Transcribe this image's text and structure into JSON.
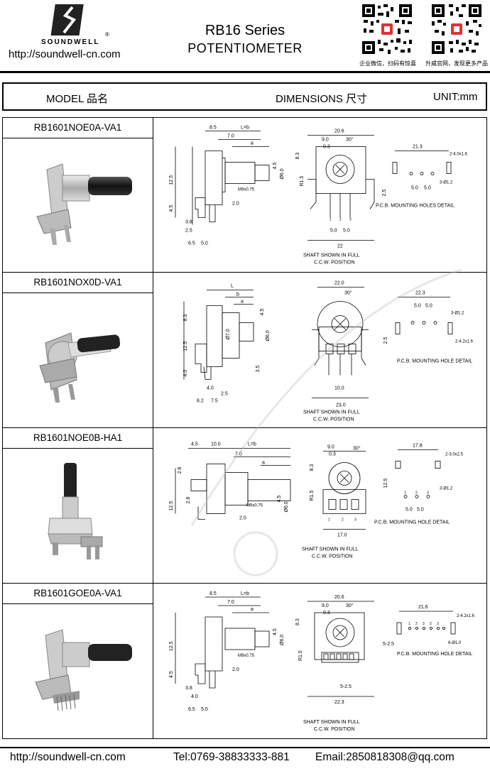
{
  "header": {
    "brand": "SOUNDWELL",
    "url": "http://soundwell-cn.com",
    "series": "RB16 Series",
    "product": "POTENTIOMETER",
    "qr_caption_1": "企业微信，扫码有惊喜",
    "qr_caption_2": "升威官网，发现更多产品"
  },
  "table_header": {
    "model": "MODEL 品名",
    "dimensions": "DIMENSIONS 尺寸",
    "unit": "UNIT:mm"
  },
  "products": [
    {
      "model": "RB1601NOE0A-VA1",
      "side": {
        "d1": "8.5",
        "d2": "7.0",
        "d3": "L=b",
        "d4": "a",
        "h1": "12.5",
        "h2": "4.5",
        "h3": "3.8",
        "h4": "2.5",
        "h5": "6.5",
        "h6": "5.0",
        "h7": "2.0",
        "thread": "M9x0.75",
        "v1": "4.5",
        "dia": "Ø6.0"
      },
      "front": {
        "w": "20.6",
        "w2": "9.0",
        "w3": "0.3",
        "angle": "30°",
        "h": "8.3",
        "r": "R1.5",
        "p1": "5.0",
        "p2": "5.0",
        "base": "22",
        "pins": [
          "1",
          "2",
          "3"
        ]
      },
      "caption_1": "SHAFT SHOWN IN FULL",
      "caption_2": "C.C.W. POSITION",
      "pcb": {
        "w": "21.3",
        "slot": "2-4.0x1.6",
        "hole": "3-Ø1.2",
        "p1": "5.0",
        "p2": "5.0",
        "v": "2.5",
        "label": "P.C.B. MOUNTING HOLES DETAIL"
      }
    },
    {
      "model": "RB1601NOX0D-VA1",
      "side": {
        "d1": "L",
        "d2": "b",
        "d3": "a",
        "h1": "8.3",
        "h2": "12.5",
        "h3": "4.0",
        "h4": "4.0",
        "h5": "2.5",
        "h6": "6.2",
        "h7": "7.5",
        "dia1": "Ø7.0",
        "dia2": "Ø6.0",
        "v1": "4.5",
        "v2": "3.5"
      },
      "front": {
        "w": "22.0",
        "angle": "30°",
        "base1": "10.0",
        "base2": "23.0"
      },
      "caption_1": "SHAFT SHOWN IN FULL",
      "caption_2": "C.C.W. POSITION",
      "pcb": {
        "w": "22.3",
        "hole": "3-Ø1.2",
        "slot": "2-4.2x1.6",
        "p1": "5.0",
        "p2": "5.0",
        "v": "2.5",
        "label": "P.C.B. MOUNTING HOLE DETAIL"
      }
    },
    {
      "model": "RB1601NOE0B-HA1",
      "side": {
        "d1": "4.5",
        "d2": "10.0",
        "d3": "L=b",
        "d4": "7.0",
        "d5": "a",
        "h1": "2.8",
        "h2": "12.5",
        "h3": "2.8",
        "h4": "2.0",
        "thread": "M9x0.75",
        "v1": "4.5",
        "dia": "Ø6.0"
      },
      "front": {
        "w": "9.0",
        "w2": "0.3",
        "angle": "30°",
        "h": "8.3",
        "r": "R1.5",
        "base": "17.0",
        "pins": [
          "1",
          "2",
          "3"
        ]
      },
      "caption_1": "SHAFT SHOWN IN FULL",
      "caption_2": "C.C.W. POSITION",
      "pcb": {
        "w": "17.8",
        "slot": "2-3.0x2.5",
        "hole": "3-Ø1.2",
        "v": "12.5",
        "p1": "5.0",
        "p2": "5.0",
        "pins": [
          "1",
          "2",
          "3"
        ],
        "label": "P.C.B. MOUNTING HOLE DETAIL"
      }
    },
    {
      "model": "RB1601GOE0A-VA1",
      "side": {
        "d1": "8.5",
        "d2": "7.0",
        "d3": "L=b",
        "d4": "a",
        "h1": "12.5",
        "h2": "4.5",
        "h3": "3.8",
        "h4": "4.0",
        "h5": "6.5",
        "h6": "5.0",
        "h7": "2.0",
        "thread": "M9x0.75",
        "v1": "4.5",
        "dia": "Ø6.0"
      },
      "front": {
        "w": "20.6",
        "w2": "9.0",
        "w3": "0.3",
        "angle": "30°",
        "h": "8.3",
        "r": "R1.5",
        "p": "5-2.5",
        "base": "22.3"
      },
      "caption_1": "SHAFT SHOWN IN FULL",
      "caption_2": "C.C.W. POSITION",
      "pcb": {
        "w": "21.6",
        "slot": "2-4.2x1.6",
        "hole": "6-Ø1.0",
        "p": "5-2.5",
        "pins": [
          "1",
          "2",
          "3",
          "2",
          "3"
        ],
        "label": "P.C.B. MOUNTING HOLE DETAIL"
      }
    }
  ],
  "footer": {
    "url": "http://soundwell-cn.com",
    "tel": "Tel:0769-38833333-881",
    "email": "Email:2850818308@qq.com"
  }
}
